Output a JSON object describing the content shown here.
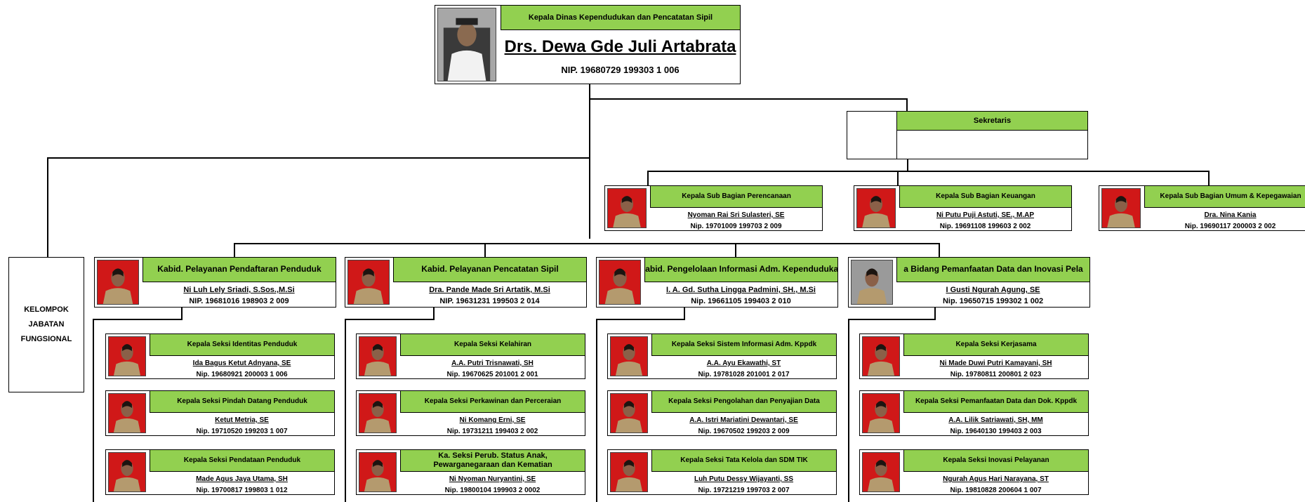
{
  "colors": {
    "header_fill": "#92d050",
    "photo_bg_red": "#d01818",
    "photo_bg_gray": "#9a9a9a",
    "line": "#000000"
  },
  "head": {
    "title": "Kepala Dinas Kependudukan dan Pencatatan Sipil",
    "name": "Drs. Dewa Gde Juli Artabrata",
    "nip": "NIP. 19680729 199303 1 006"
  },
  "sekretaris": {
    "title": "Sekretaris"
  },
  "functional_group": {
    "label": "KELOMPOK\nJABATAN\nFUNGSIONAL"
  },
  "subbagian": [
    {
      "title": "Kepala Sub Bagian Perencanaan",
      "name": "Nyoman Rai Sri Sulasteri, SE",
      "nip": "Nip. 19701009 199703 2 009"
    },
    {
      "title": "Kepala Sub Bagian Keuangan",
      "name": "Ni Putu Puji Astuti, SE., M.AP",
      "nip": "Nip. 19691108 199603 2 002"
    },
    {
      "title": "Kepala Sub Bagian Umum & Kepegawaian",
      "name": "Dra. Nina Kania",
      "nip": "Nip. 19690117 200003 2 002"
    }
  ],
  "bidang": [
    {
      "title": "Kabid. Pelayanan Pendaftaran Penduduk",
      "name": "Ni Luh Lely Sriadi, S.Sos.,M.Si",
      "nip": "NIP. 19681016 198903 2 009",
      "seksi": [
        {
          "title": "Kepala Seksi Identitas Penduduk",
          "name": "Ida Bagus Ketut Adnyana, SE",
          "nip": "Nip. 19680921 200003 1 006"
        },
        {
          "title": "Kepala Seksi Pindah Datang Penduduk",
          "name": "Ketut Metria, SE",
          "nip": "Nip. 19710520 199203 1 007"
        },
        {
          "title": "Kepala Seksi Pendataan Penduduk",
          "name": "Made Agus Jaya Utama, SH",
          "nip": "Nip. 19700817 199803 1 012"
        }
      ]
    },
    {
      "title": "Kabid. Pelayanan Pencatatan Sipil",
      "name": "Dra. Pande Made Sri Artatik, M.Si",
      "nip": "NIP. 19631231 199503 2 014",
      "seksi": [
        {
          "title": "Kepala Seksi Kelahiran",
          "name": "A.A. Putri Trisnawati, SH",
          "nip": "Nip. 19670625 201001 2 001"
        },
        {
          "title": "Kepala Seksi Perkawinan dan Perceraian",
          "name": "Ni Komang Erni, SE",
          "nip": "Nip. 19731211 199403 2 002"
        },
        {
          "title": "Ka. Seksi Perub. Status Anak,\nPewarganegaraan dan Kematian",
          "name": "Ni Nyoman Nuryantini, SE",
          "nip": "Nip. 19800104 199903 2 0002"
        }
      ]
    },
    {
      "title": "Kabid. Pengelolaan Informasi Adm. Kependudukan",
      "name": "I. A. Gd. Sutha Lingga Padmini, SH., M.Si",
      "nip": "Nip. 19661105 199403 2 010",
      "seksi": [
        {
          "title": "Kepala Seksi Sistem Informasi Adm. Kppdk",
          "name": "A.A. Ayu Ekawathi, ST",
          "nip": "Nip. 19781028 201001 2 017"
        },
        {
          "title": "Kepala Seksi Pengolahan dan Penyajian Data",
          "name": "A.A. Istri Mariatini Dewantari, SE",
          "nip": "Nip. 19670502 199203 2 009"
        },
        {
          "title": "Kepala Seksi Tata Kelola dan SDM TIK",
          "name": "Luh Putu Dessy Wijayanti, SS",
          "nip": "Nip. 19721219 199703 2 007"
        }
      ]
    },
    {
      "title": "a Bidang Pemanfaatan Data dan Inovasi Pela",
      "name": "I Gusti Ngurah Agung, SE",
      "nip": "Nip. 19650715 199302 1 002",
      "seksi": [
        {
          "title": "Kepala Seksi Kerjasama",
          "name": "Ni Made Duwi Putri Kamayani, SH",
          "nip": "Nip. 19780811 200801 2 023"
        },
        {
          "title": "Kepala Seksi Pemanfaatan Data dan Dok. Kppdk",
          "name": "A.A. Lilik Satriawati, SH, MM",
          "nip": "Nip. 19640130 199403 2 003"
        },
        {
          "title": "Kepala Seksi Inovasi Pelayanan",
          "name": "Ngurah Agus Hari Narayana, ST",
          "nip": "Nip. 19810828 200604 1 007"
        }
      ]
    }
  ]
}
